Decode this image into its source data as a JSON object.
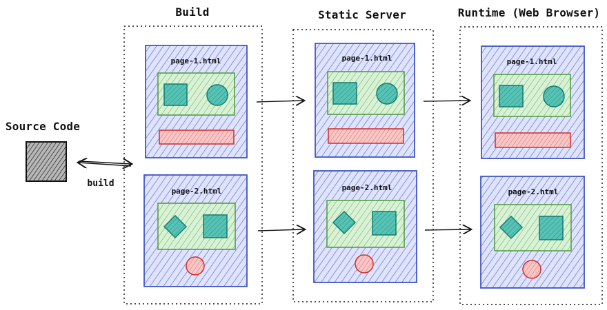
{
  "labels": {
    "source_code": "Source Code",
    "build_edge": "build",
    "build_stage": "Build",
    "static_server_stage": "Static Server",
    "runtime_stage": "Runtime (Web Browser)",
    "page_1": "page-1.html",
    "page_2": "page-2.html"
  },
  "colors": {
    "page_fill": "#dfe3fb",
    "page_stroke": "#3f56c9",
    "content_fill": "#d9f1d7",
    "content_stroke": "#4d9a39",
    "shape_fill": "#58c3b5",
    "shape_stroke": "#127a70",
    "red_fill": "#f7c7c7",
    "red_stroke": "#d22d2d",
    "source_fill": "#555555",
    "source_stroke": "#111111",
    "text": "#111111"
  },
  "icons": {
    "source": "hatched-square-icon",
    "page": "html-page-icon",
    "arrow": "arrow-right-icon",
    "bi_arrow": "double-arrow-icon",
    "square": "square-icon",
    "circle": "circle-icon",
    "diamond": "diamond-icon"
  }
}
